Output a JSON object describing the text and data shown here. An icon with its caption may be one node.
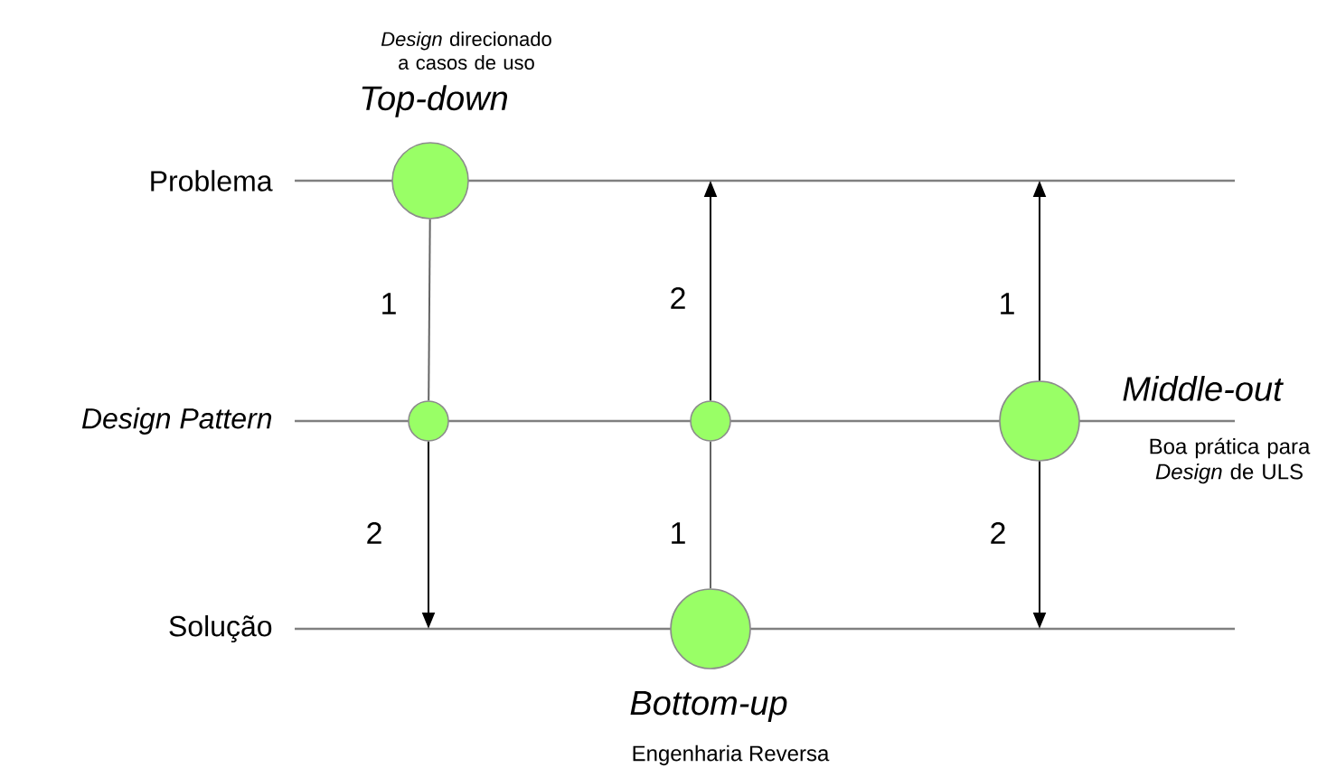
{
  "diagram": {
    "nodes": [
      {
        "text": [],
        "shape": "circle",
        "beside": [
          "*Design* direcionado a casos de uso",
          "Top-down"
        ]
      },
      {
        "text": [],
        "shape": "circle"
      },
      {
        "text": [],
        "shape": "circle"
      },
      {
        "text": [],
        "shape": "circle",
        "beside": [
          "Bottom-up",
          "Engenharia Reversa"
        ]
      },
      {
        "text": [],
        "shape": "circle",
        "beside": [
          "Middle-out",
          "Boa prática para *Design* de ULS"
        ]
      }
    ],
    "edges": [
      {
        "from": 0,
        "to": 1,
        "arrow": "none",
        "label": "1",
        "color": "#646464"
      },
      {
        "from": 1,
        "to": null,
        "arrow": "to",
        "label": "2"
      },
      {
        "from": 3,
        "to": 2,
        "arrow": "none",
        "label": "1",
        "color": "#646464"
      },
      {
        "from": 2,
        "to": null,
        "arrow": "to",
        "label": "2"
      },
      {
        "from": 4,
        "to": null,
        "arrow": "to",
        "label": "1"
      },
      {
        "from": 4,
        "to": null,
        "arrow": "to",
        "label": "2"
      }
    ],
    "labels": [
      "Problema",
      "Design Pattern",
      "Solução"
    ]
  }
}
